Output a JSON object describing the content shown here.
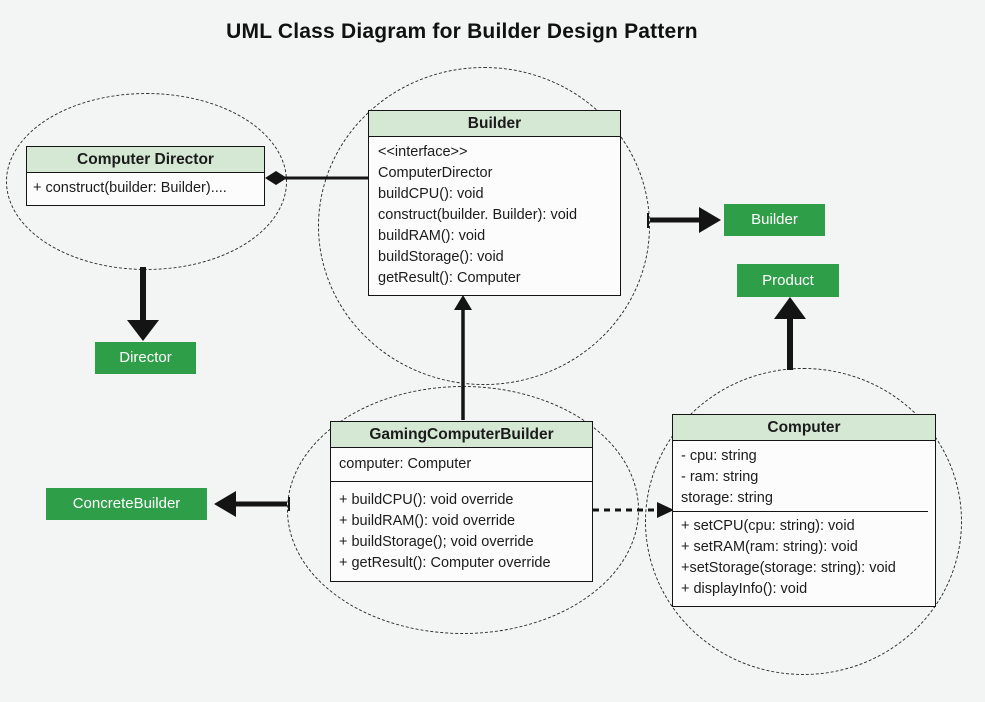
{
  "title": "UML Class Diagram for Builder Design Pattern",
  "colors": {
    "background": "#f3f4f4",
    "class_header_green": "#d5e8d4",
    "label_green": "#2f9e49",
    "line_black": "#141414"
  },
  "classes": {
    "computer_director": {
      "name": "Computer Director",
      "members": [
        "+ construct(builder: Builder)...."
      ]
    },
    "builder": {
      "name": "Builder",
      "members": [
        "<<interface>>",
        "ComputerDirector",
        "buildCPU(): void",
        "construct(builder. Builder): void",
        "buildRAM(): void",
        "buildStorage(): void",
        "getResult(): Computer"
      ]
    },
    "gaming_computer_builder": {
      "name": "GamingComputerBuilder",
      "fields": [
        "computer: Computer"
      ],
      "methods": [
        "+ buildCPU(): void override",
        "+ buildRAM(): void override",
        "+ buildStorage(); void override",
        "+ getResult(): Computer override"
      ]
    },
    "computer": {
      "name": "Computer",
      "fields": [
        "- cpu: string",
        "- ram: string",
        "storage: string"
      ],
      "methods": [
        "+ setCPU(cpu: string): void",
        "+ setRAM(ram: string): void",
        "+setStorage(storage: string): void",
        "+ displayInfo(): void"
      ]
    }
  },
  "labels": {
    "director": "Director",
    "builder": "Builder",
    "product": "Product",
    "concrete_builder": "ConcreteBuilder"
  }
}
